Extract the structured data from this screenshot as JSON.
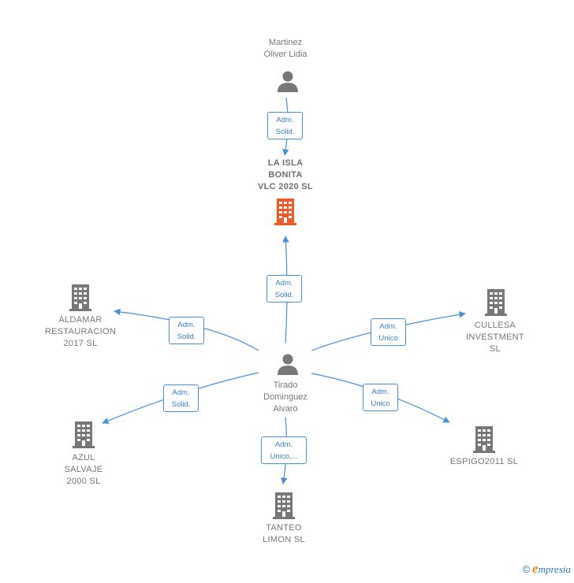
{
  "colors": {
    "edge": "#4a90d9",
    "person_icon": "#777777",
    "company_icon": "#777777",
    "main_company_icon": "#f05a28",
    "edge_label_text": "#3a7fc8"
  },
  "nodes": {
    "martinez": {
      "label": "Martinez\nOliver Lidia",
      "icon": "person-icon"
    },
    "la_isla": {
      "label": "LA ISLA\nBONITA\nVLC 2020  SL",
      "icon": "building-icon"
    },
    "tirado": {
      "label": "Tirado\nDominguez\nAlvaro",
      "icon": "person-icon"
    },
    "aldamar": {
      "label": "ALDAMAR\nRESTAURACION\n2017  SL",
      "icon": "building-icon"
    },
    "cullesa": {
      "label": "CULLESA\nINVESTMENT\nSL",
      "icon": "building-icon"
    },
    "azul": {
      "label": "AZUL\nSALVAJE\n2000  SL",
      "icon": "building-icon"
    },
    "espigo": {
      "label": "ESPIGO2011 SL",
      "icon": "building-icon"
    },
    "tanteo": {
      "label": "TANTEO\nLIMON SL",
      "icon": "building-icon"
    }
  },
  "edges": {
    "martinez_la_isla": "Adm.\nSolid.",
    "tirado_la_isla": "Adm.\nSolid.",
    "tirado_aldamar": "Adm.\nSolid.",
    "tirado_cullesa": "Adm.\nUnico",
    "tirado_azul": "Adm.\nSolid.",
    "tirado_espigo": "Adm.\nUnico",
    "tirado_tanteo": "Adm.\nUnico,..."
  },
  "footer": {
    "copyright": "©",
    "brand_initial": "e",
    "brand_rest": "mpresia"
  }
}
